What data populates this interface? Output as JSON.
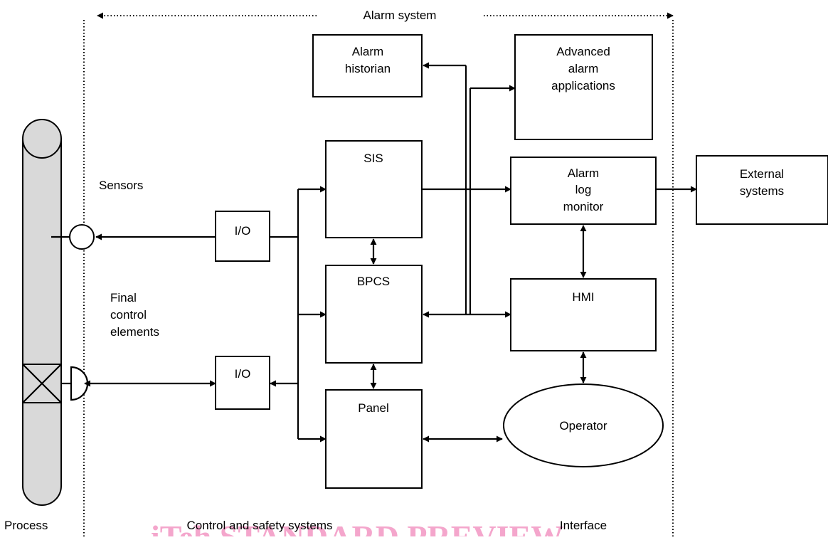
{
  "title": "Alarm system",
  "watermark": "iTeh STANDARD PREVIEW",
  "regions": {
    "process": "Process",
    "control_safety": "Control and safety systems",
    "interface": "Interface"
  },
  "labels": {
    "sensors": "Sensors",
    "final_control": [
      "Final",
      "control",
      "elements"
    ]
  },
  "blocks": {
    "io_sensor": [
      "I/O"
    ],
    "io_final": [
      "I/O"
    ],
    "sis": [
      "SIS"
    ],
    "bpcs": [
      "BPCS"
    ],
    "panel": [
      "Panel"
    ],
    "alarm_historian": [
      "Alarm",
      "historian"
    ],
    "advanced_alarm": [
      "Advanced",
      "alarm",
      "applications"
    ],
    "alarm_log_monitor": [
      "Alarm",
      "log",
      "monitor"
    ],
    "hmi": [
      "HMI"
    ],
    "operator": [
      "Operator"
    ],
    "external_systems": [
      "External",
      "systems"
    ]
  },
  "colors": {
    "line": "#000000",
    "pipe_fill": "#d9d9d9",
    "watermark": "#f4a6cc"
  }
}
